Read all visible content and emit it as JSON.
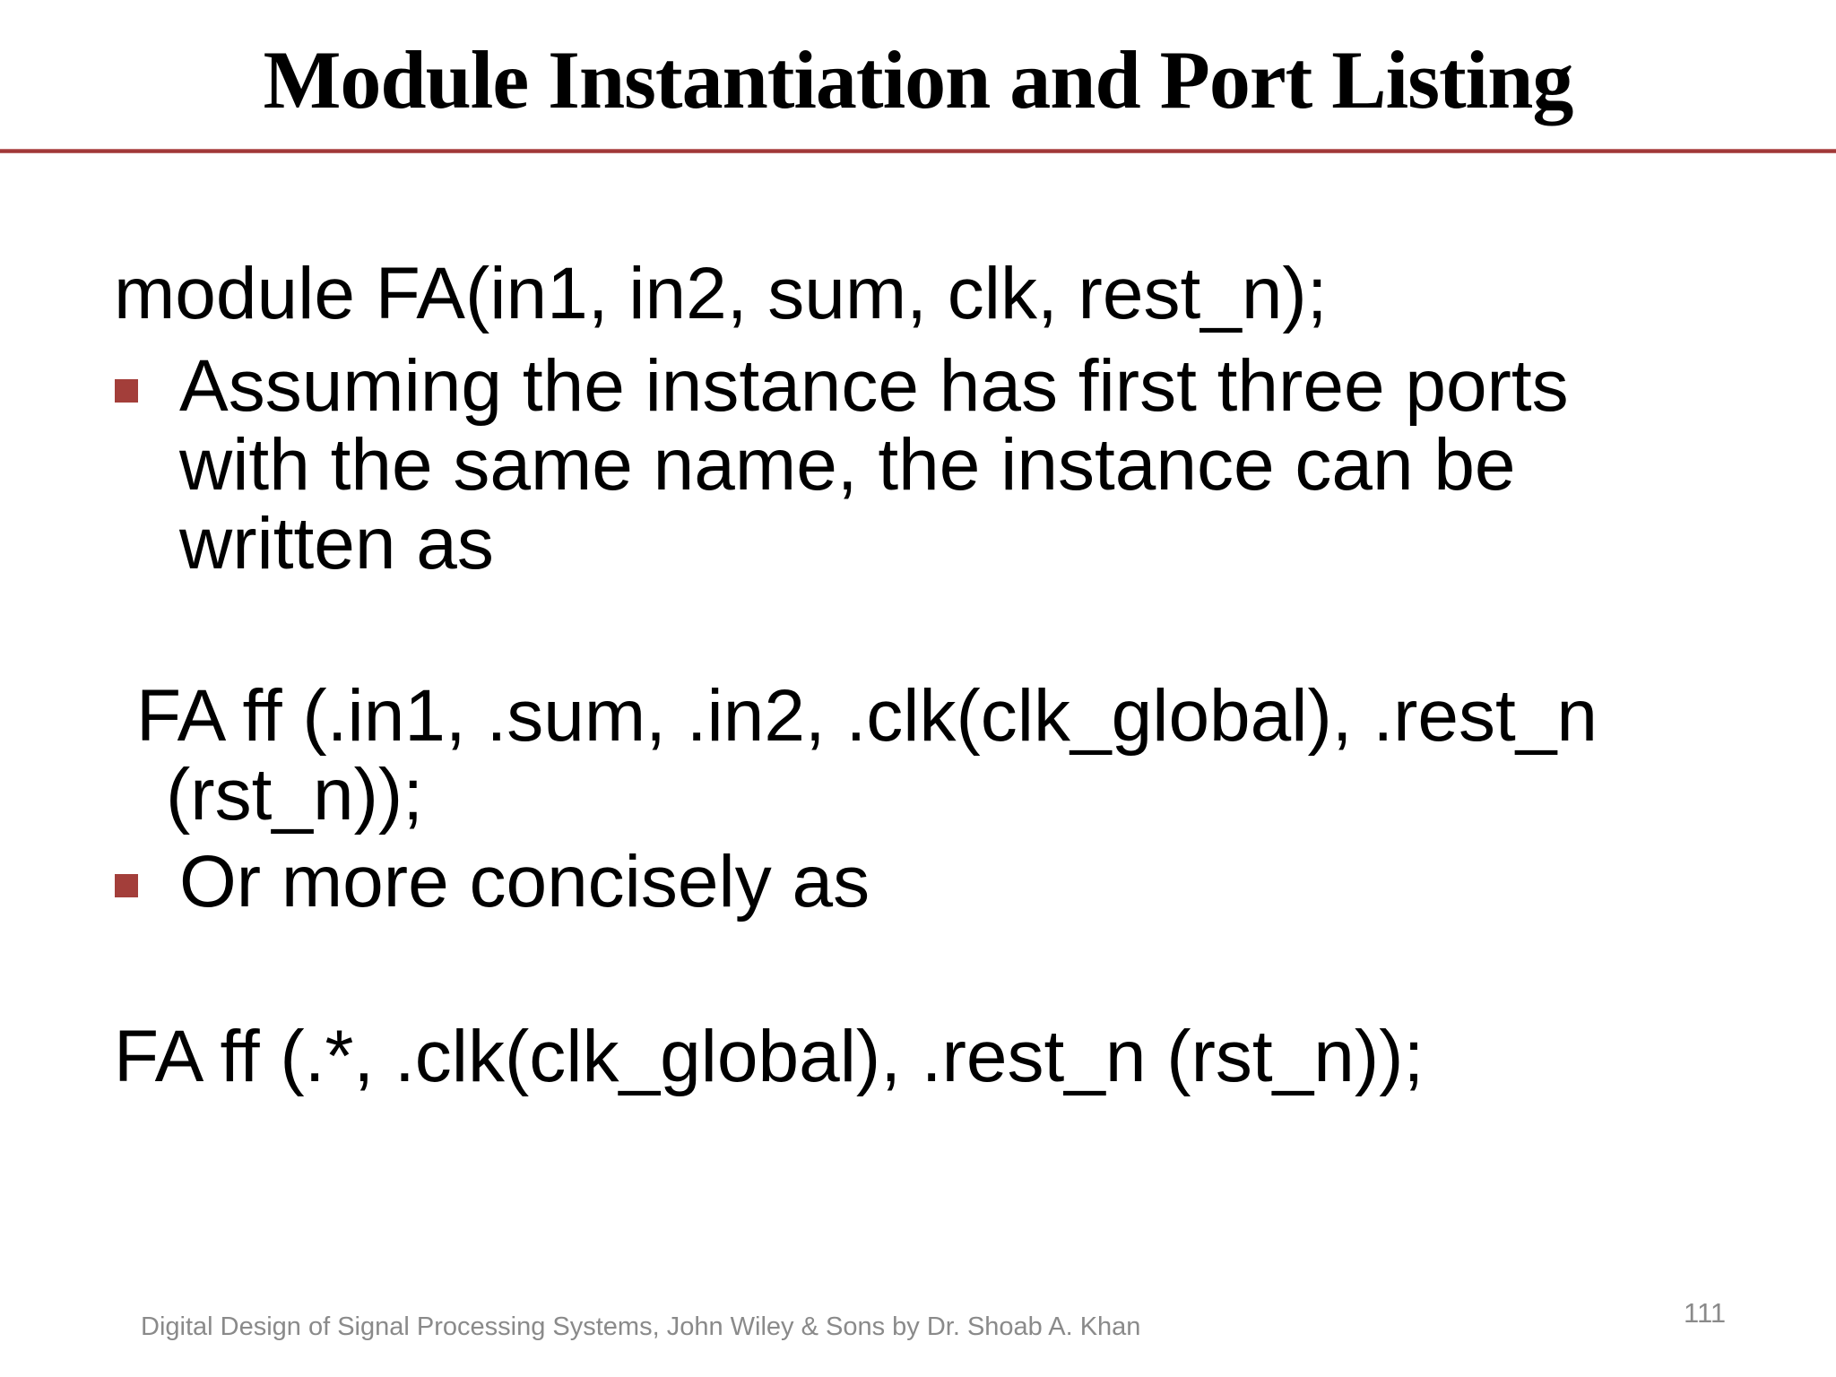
{
  "slide": {
    "title": "Module Instantiation and Port Listing",
    "accent_rule_color": "#9e3434",
    "bullet_marker_color": "#a33e3a"
  },
  "content": {
    "module_declaration": "module FA(in1, in2, sum, clk, rest_n);",
    "bullet1": {
      "lines": [
        "Assuming the instance has first three ports",
        "with the same name, the instance can be",
        "written as"
      ]
    },
    "instance_named": {
      "lines": [
        "FA ff (.in1, .sum, .in2, .clk(clk_global), .rest_n",
        "(rst_n));"
      ]
    },
    "bullet2": "Or more concisely as",
    "instance_wildcard": "FA ff (.*, .clk(clk_global), .rest_n (rst_n));"
  },
  "footer": {
    "citation": "Digital Design of Signal Processing Systems, John Wiley & Sons by Dr. Shoab A. Khan",
    "page_number": "111"
  }
}
